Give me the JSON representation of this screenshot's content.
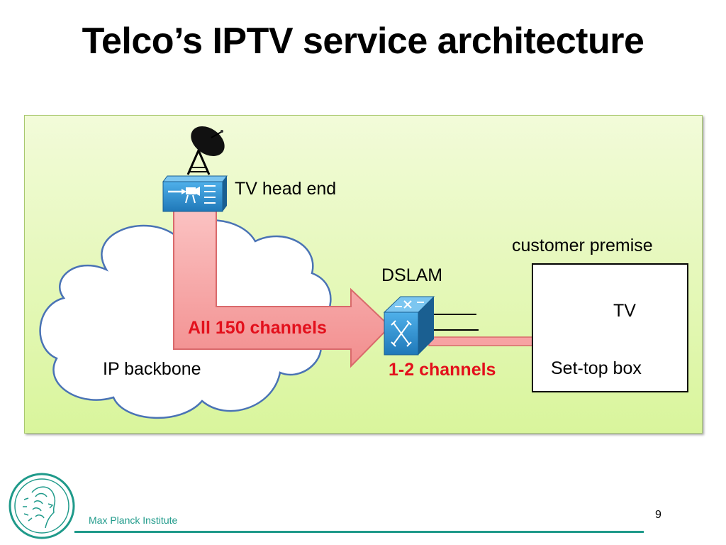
{
  "slide": {
    "title": "Telco’s IPTV service architecture",
    "page_number": "9"
  },
  "diagram": {
    "nodes": {
      "head_end": "TV head end",
      "backbone": "IP backbone",
      "dslam": "DSLAM",
      "customer_premise": "customer premise",
      "tv": "TV",
      "set_top_box": "Set-top box"
    },
    "flows": {
      "multicast": "All 150 channels",
      "unicast": "1-2 channels"
    },
    "icons": [
      "satellite-dish-icon",
      "video-headend-icon",
      "cloud-icon",
      "dslam-switch-icon",
      "tv-icon",
      "set-top-box-icon"
    ]
  },
  "footer": {
    "institute": "Max Planck Institute"
  },
  "colors": {
    "panel_top": "#f2fbd9",
    "panel_bottom": "#d9f59c",
    "arrow_fill": "#f7a3a3",
    "arrow_stroke": "#d9696b",
    "accent_red": "#e3101c",
    "device_blue": "#2e8fd0",
    "cloud_stroke": "#4a73b5",
    "footer_teal": "#1f9a8a"
  }
}
